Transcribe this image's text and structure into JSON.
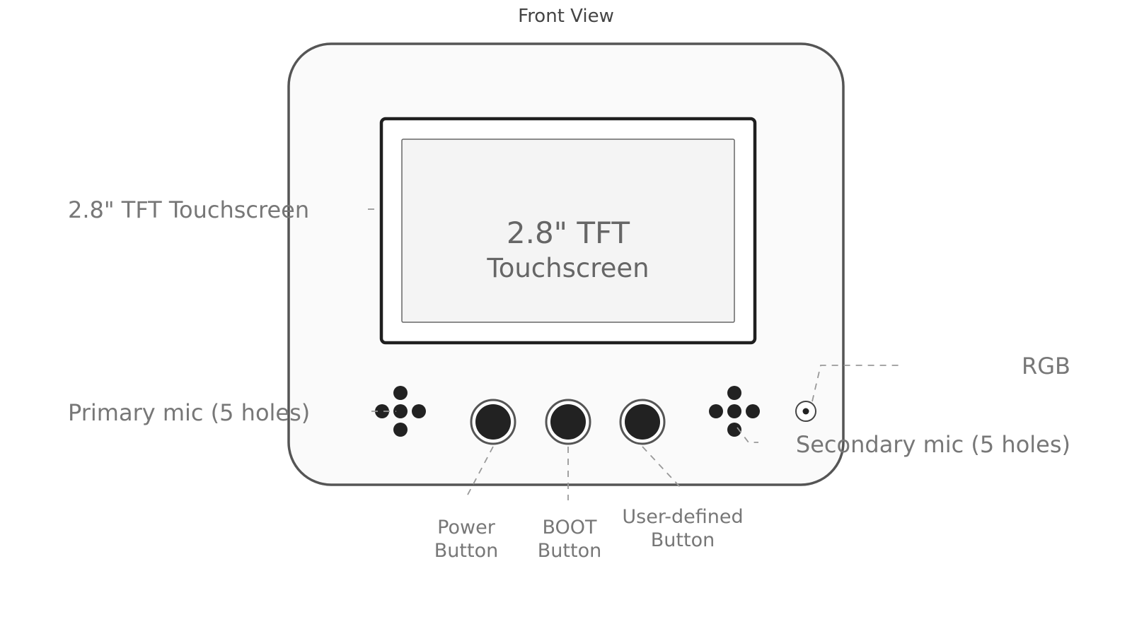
{
  "title": "Front View",
  "screen": {
    "line1": "2.8\" TFT",
    "line2": "Touchscreen"
  },
  "labels": {
    "touchscreen": "2.8\" TFT Touchscreen",
    "primary_mic": "Primary mic (5 holes)",
    "rgb": "RGB",
    "secondary_mic": "Secondary mic (5 holes)",
    "power_button": [
      "Power",
      "Button"
    ],
    "boot_button": [
      "BOOT",
      "Button"
    ],
    "user_button": [
      "User-defined",
      "Button"
    ]
  },
  "colors": {
    "device_fill": "#fafafa",
    "device_stroke": "#555555",
    "screen_fill": "#f4f4f4",
    "button_fill": "#222222",
    "label_text": "#777777",
    "title_text": "#444444",
    "screen_text": "#666666",
    "leader_line": "#999999"
  }
}
